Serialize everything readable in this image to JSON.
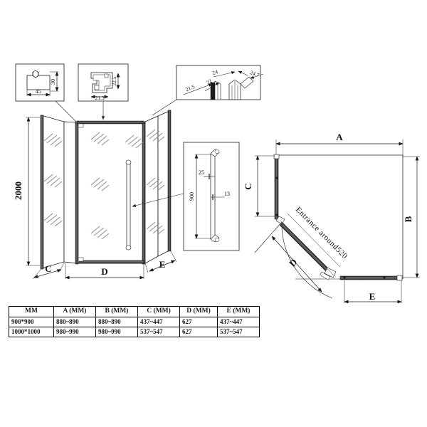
{
  "drawing": {
    "title": "Neo-angle shower enclosure technical drawing",
    "main_view": {
      "height_label": "2000",
      "base_labels": {
        "left": "C",
        "center": "D",
        "right": "E"
      }
    },
    "detail_box_1": {
      "width": "45",
      "height": "30"
    },
    "detail_box_2": {
      "horizontal": "21.3",
      "vertical": "22.5"
    },
    "detail_box_3": {
      "d1": "21.5",
      "d2": "22",
      "d3": "24",
      "d4": "24.7"
    },
    "handle_detail": {
      "length": "900",
      "offset_top": "25",
      "offset_mid": "13"
    },
    "plan_view": {
      "top_label": "A",
      "right_label": "B",
      "left_label": "C",
      "door_label": "D",
      "bottom_label": "E",
      "entrance_note": "Entrance around520"
    }
  },
  "spec_table": {
    "headers": [
      "MM",
      "A (MM)",
      "B (MM)",
      "C (MM)",
      "D (MM)",
      "E (MM)"
    ],
    "rows": [
      {
        "size": "900*900",
        "a": "880~890",
        "b": "880~890",
        "c": "437~447",
        "d": "627",
        "e": "437~447"
      },
      {
        "size": "1000*1000",
        "a": "980~990",
        "b": "980~990",
        "c": "537~547",
        "d": "627",
        "e": "537~547"
      }
    ]
  },
  "colors": {
    "line": "#1a1a1a",
    "glass": "#ffffff",
    "frame": "#3a3a3a"
  }
}
